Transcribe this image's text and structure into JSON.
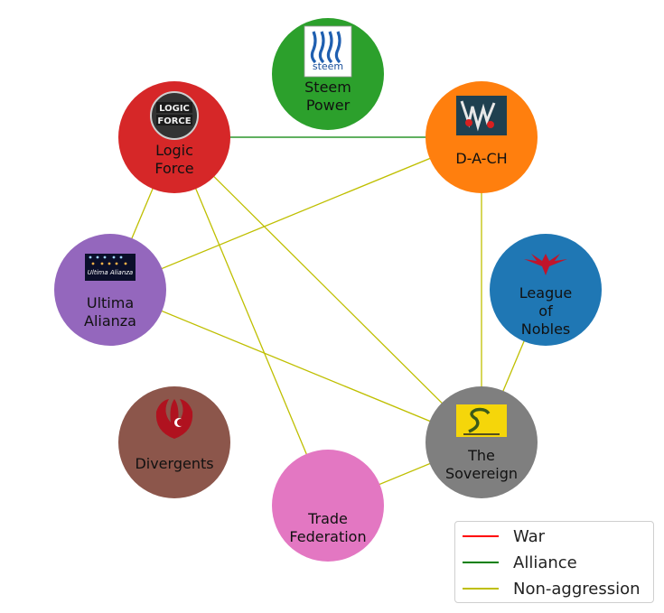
{
  "legend": [
    {
      "id": "war",
      "label": "War",
      "color": "#ff0000"
    },
    {
      "id": "alliance",
      "label": "Alliance",
      "color": "#008000"
    },
    {
      "id": "nonaggression",
      "label": "Non-aggression",
      "color": "#bfbf00"
    }
  ],
  "nodes": [
    {
      "id": "steem-power",
      "lines": [
        "Steem",
        "Power"
      ],
      "color": "#2ca02c",
      "logo": "steem-logo",
      "logo_text": "steem"
    },
    {
      "id": "logic-force",
      "lines": [
        "Logic",
        "Force"
      ],
      "color": "#d62728",
      "logo": "logic-force-logo",
      "logo_text": "LOGIC FORCE"
    },
    {
      "id": "dach",
      "lines": [
        "D-A-CH"
      ],
      "color": "#ff7f0e",
      "logo": "dach-logo",
      "logo_text": ""
    },
    {
      "id": "ultima-alianza",
      "lines": [
        "Ultima",
        "Alianza"
      ],
      "color": "#9467bd",
      "logo": "ultima-alianza-logo",
      "logo_text": "Ultima Alianza"
    },
    {
      "id": "league-of-nobles",
      "lines": [
        "League",
        "of",
        "Nobles"
      ],
      "color": "#1f77b4",
      "logo": "phoenix-logo",
      "logo_text": ""
    },
    {
      "id": "divergents",
      "lines": [
        "Divergents"
      ],
      "color": "#8c564b",
      "logo": "divergents-logo",
      "logo_text": ""
    },
    {
      "id": "trade-federation",
      "lines": [
        "Trade",
        "Federation"
      ],
      "color": "#e377c2",
      "logo": "",
      "logo_text": ""
    },
    {
      "id": "the-sovereign",
      "lines": [
        "The",
        "Sovereign"
      ],
      "color": "#7f7f7f",
      "logo": "gadsden-flag-logo",
      "logo_text": ""
    }
  ],
  "edges": [
    {
      "from": "logic-force",
      "to": "dach",
      "type": "alliance"
    },
    {
      "from": "logic-force",
      "to": "ultima-alianza",
      "type": "nonaggression"
    },
    {
      "from": "logic-force",
      "to": "trade-federation",
      "type": "nonaggression"
    },
    {
      "from": "logic-force",
      "to": "the-sovereign",
      "type": "nonaggression"
    },
    {
      "from": "dach",
      "to": "ultima-alianza",
      "type": "nonaggression"
    },
    {
      "from": "dach",
      "to": "the-sovereign",
      "type": "nonaggression"
    },
    {
      "from": "ultima-alianza",
      "to": "the-sovereign",
      "type": "nonaggression"
    },
    {
      "from": "league-of-nobles",
      "to": "the-sovereign",
      "type": "nonaggression"
    },
    {
      "from": "trade-federation",
      "to": "the-sovereign",
      "type": "nonaggression"
    }
  ]
}
